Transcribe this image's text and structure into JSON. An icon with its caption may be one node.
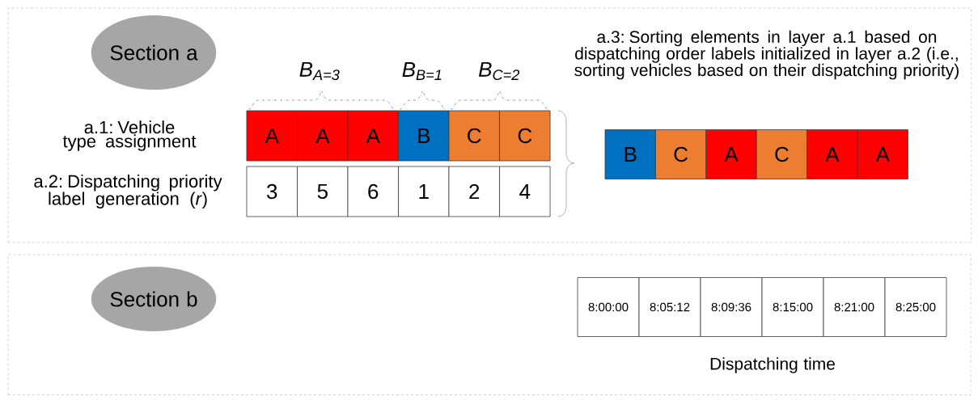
{
  "diagram": {
    "nodes": [
      {
        "text": [],
        "shape": "box"
      },
      {
        "text": [
          "Section a"
        ],
        "in": 0
      },
      {
        "text": [
          "A"
        ],
        "in": 0
      },
      {
        "text": [
          "A"
        ],
        "in": 0
      },
      {
        "text": [
          "A"
        ],
        "in": 0
      },
      {
        "text": [
          "B"
        ],
        "in": 0
      },
      {
        "text": [
          "C"
        ],
        "in": 0
      },
      {
        "text": [
          "C"
        ],
        "in": 0
      },
      {
        "text": [
          "3"
        ],
        "in": 0
      },
      {
        "text": [
          "5"
        ],
        "in": 0
      },
      {
        "text": [
          "6"
        ],
        "in": 0
      },
      {
        "text": [
          "1"
        ],
        "in": 0
      },
      {
        "text": [
          "2"
        ],
        "in": 0
      },
      {
        "text": [
          "4"
        ],
        "in": 0
      },
      {
        "text": [
          "B"
        ],
        "in": 0
      },
      {
        "text": [
          "C"
        ],
        "in": 0
      },
      {
        "text": [
          "A"
        ],
        "in": 0
      },
      {
        "text": [
          "C"
        ],
        "in": 0
      },
      {
        "text": [
          "A"
        ],
        "in": 0
      },
      {
        "text": [
          "A"
        ],
        "in": 0
      },
      {
        "text": [],
        "shape": "box"
      },
      {
        "text": [
          "Section b"
        ],
        "in": 20
      },
      {
        "text": [
          "8:00:00"
        ],
        "in": 20
      },
      {
        "text": [
          "8:05:12"
        ],
        "in": 20
      },
      {
        "text": [
          "8:09:36"
        ],
        "in": 20
      },
      {
        "text": [
          "8:15:00"
        ],
        "in": 20
      },
      {
        "text": [
          "8:21:00"
        ],
        "in": 20
      },
      {
        "text": [
          "8:25:00"
        ],
        "in": 20
      }
    ],
    "edges": [],
    "labels": [
      "a.3: Sorting elements in layer a.1 based on dispatching order labels initialized in layer a.2 (i.e., sorting vehicles based on their dispatching priority)",
      "B$_{A=3}$",
      "B$_{B=1}$",
      "B$_{C=2}$",
      "a.1: Vehicle type assignment",
      "a.2: Dispatching priority label generation (*r*)",
      "Dispatching time"
    ]
  }
}
